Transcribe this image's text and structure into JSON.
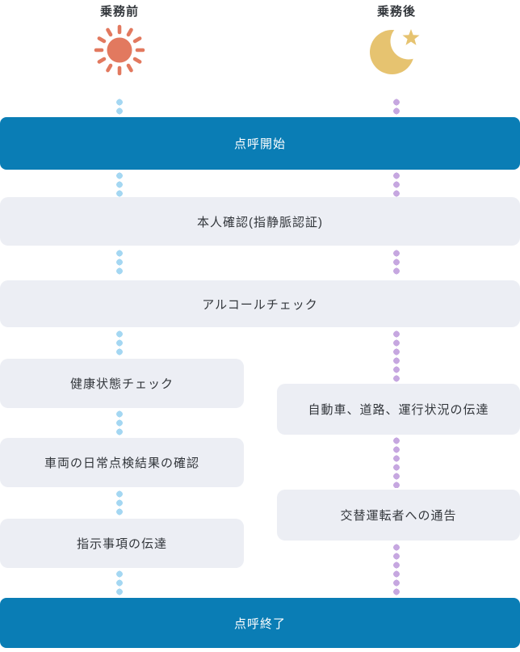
{
  "columns": {
    "before": {
      "label": "乗務前",
      "icon": "sun-icon"
    },
    "after": {
      "label": "乗務後",
      "icon": "moon-icon"
    }
  },
  "flow": {
    "start": {
      "label": "点呼開始"
    },
    "shared_steps": [
      {
        "label": "本人確認(指静脈認証)"
      },
      {
        "label": "アルコールチェック"
      }
    ],
    "before_steps": [
      {
        "label": "健康状態チェック"
      },
      {
        "label": "車両の日常点検結果の確認"
      },
      {
        "label": "指示事項の伝達"
      }
    ],
    "after_steps": [
      {
        "label": "自動車、道路、運行状況の伝達"
      },
      {
        "label": "交替運転者への通告"
      }
    ],
    "end": {
      "label": "点呼終了"
    }
  },
  "colors": {
    "primary": "#0a7db5",
    "on_primary": "#ffffff",
    "step_bg": "#eceef4",
    "text": "#32363b",
    "dot_before": "#a4d7f2",
    "dot_after": "#c6a7e0",
    "sun": "#e2795f",
    "moon": "#e6c370"
  }
}
